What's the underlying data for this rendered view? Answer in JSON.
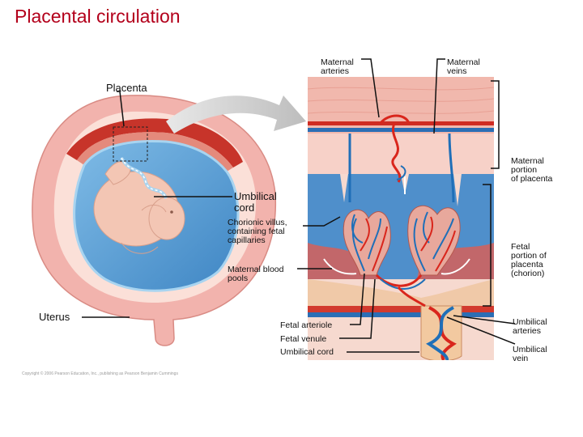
{
  "title": "Placental circulation",
  "labels": {
    "maternal_arteries": [
      "Maternal",
      "arteries"
    ],
    "maternal_veins": [
      "Maternal",
      "veins"
    ],
    "placenta": "Placenta",
    "maternal_portion": [
      "Maternal",
      "portion",
      "of placenta"
    ],
    "umbilical_cord": [
      "Umbilical",
      "cord"
    ],
    "chorionic_villus": [
      "Chorionic villus,",
      "containing fetal",
      "capillaries"
    ],
    "maternal_blood_pools": [
      "Maternal blood",
      "pools"
    ],
    "fetal_portion": [
      "Fetal",
      "portion of",
      "placenta",
      "(chorion)"
    ],
    "uterus": "Uterus",
    "fetal_arteriole": "Fetal arteriole",
    "fetal_venule": "Fetal venule",
    "umbilical_cord_bottom": "Umbilical cord",
    "umbilical_arteries": [
      "Umbilical",
      "arteries"
    ],
    "umbilical_vein": [
      "Umbilical",
      "vein"
    ]
  },
  "copyright": "Copyright © 2006 Pearson Education, Inc., publishing as Pearson Benjamin Cummings",
  "colors": {
    "title": "#b3001b",
    "uterus_wall": "#f2b3ad",
    "amniotic_fluid": "#5a9fd4",
    "fetus": "#f3c6b4",
    "maternal_blood": "#d9261c",
    "fetal_blood_vessel": "#1f6fb8",
    "placenta_tissue": "#f6d9cf"
  }
}
